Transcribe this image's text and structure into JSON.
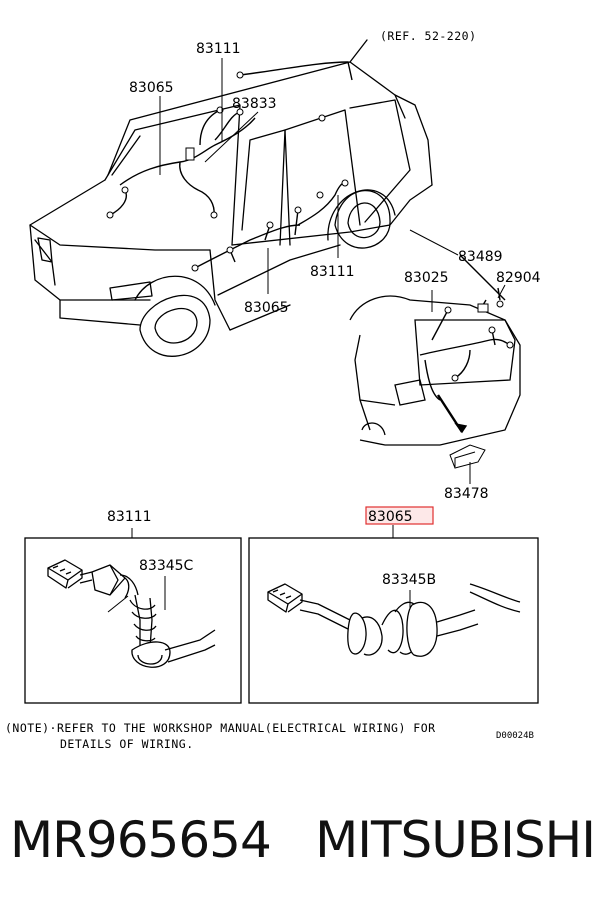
{
  "diagram": {
    "labels": {
      "ref": "(REF. 52-220)",
      "top_83111": "83111",
      "left_83065": "83065",
      "top_83833": "83833",
      "mid_83111": "83111",
      "mid_83065": "83065",
      "r_83489": "83489",
      "r_83025": "83025",
      "r_82904": "82904",
      "r_83478": "83478"
    },
    "details": {
      "left_title": "83111",
      "right_title": "83065",
      "left_part": "83345C",
      "right_part": "83345B"
    },
    "note": {
      "line1": "(NOTE)·REFER TO THE WORKSHOP MANUAL(ELECTRICAL WIRING) FOR",
      "line2": "DETAILS OF WIRING.",
      "code": "D00024B"
    },
    "colors": {
      "highlight": "#e03030",
      "highlight_fill": "#fde8e8"
    }
  },
  "caption": {
    "part_number": "MR965654",
    "brand": "MITSUBISHI"
  }
}
